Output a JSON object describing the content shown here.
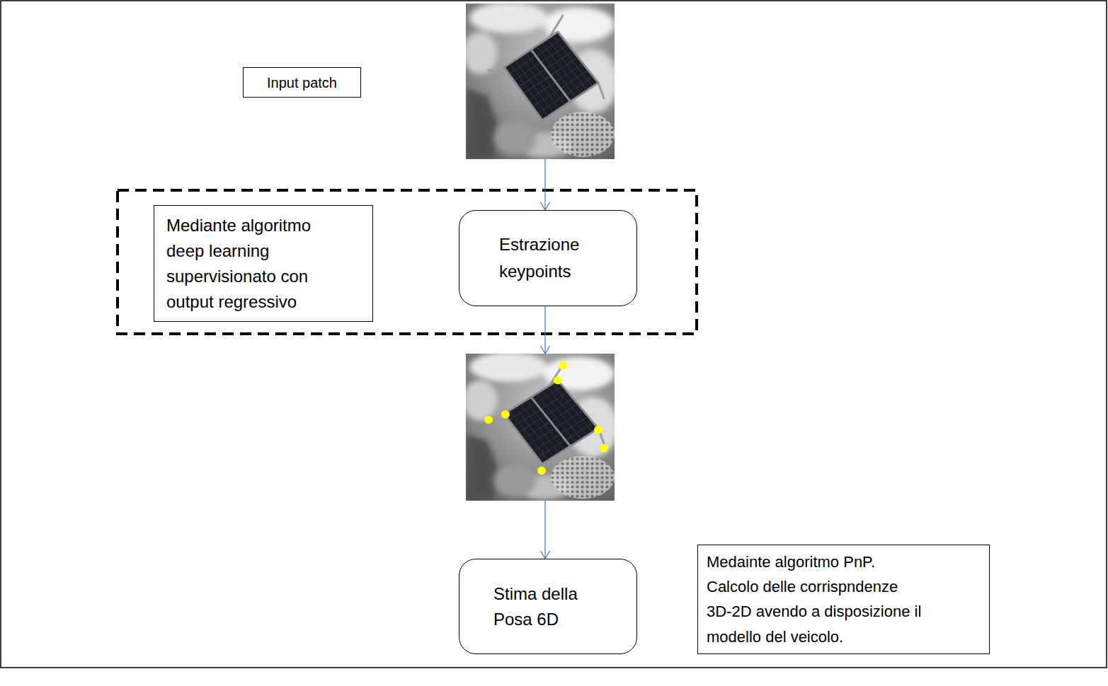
{
  "diagram": {
    "nodes": [
      {
        "text": [
          "Input patch"
        ]
      },
      {
        "text": [
          "Mediante algoritmo deep learning supervisionato con output regressivo"
        ]
      },
      {
        "text": [
          "Estrazione keypoints"
        ]
      },
      {
        "text": [
          "Stima della Posa 6D"
        ]
      },
      {
        "text": [
          "Medainte algoritmo PnP. Calcolo delle corrispndenze 3D-2D avendo a disposizione il modello del veicolo."
        ]
      }
    ]
  }
}
